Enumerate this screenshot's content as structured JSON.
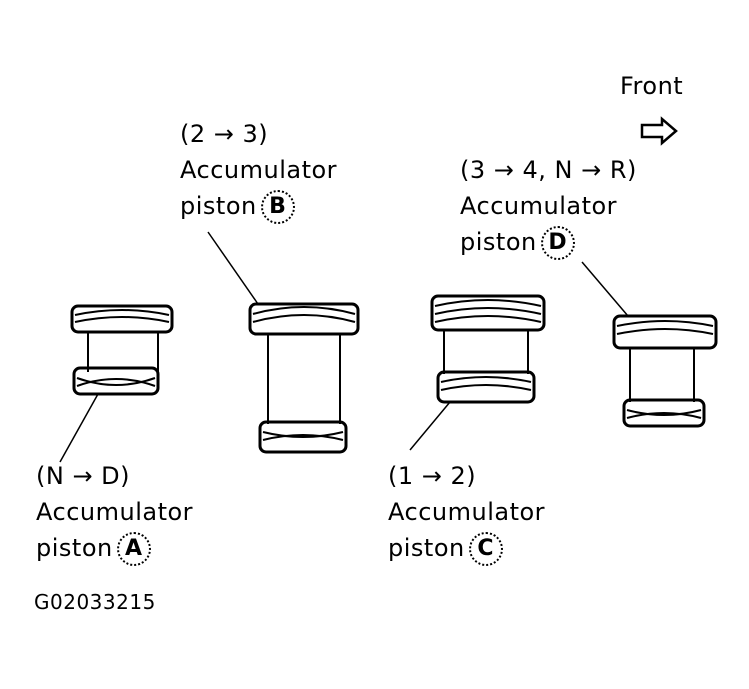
{
  "direction": {
    "text": "Front",
    "arrow_icon": "right-outline-arrow-icon"
  },
  "pistons": {
    "A": {
      "shift": "(N → D)",
      "name": "Accumulator",
      "word": "piston",
      "letter": "A"
    },
    "B": {
      "shift": "(2 → 3)",
      "name": "Accumulator",
      "word": "piston",
      "letter": "B"
    },
    "C": {
      "shift": "(1 → 2)",
      "name": "Accumulator",
      "word": "piston",
      "letter": "C"
    },
    "D": {
      "shift": "(3 → 4, N → R)",
      "name": "Accumulator",
      "word": "piston",
      "letter": "D"
    }
  },
  "figure_id": "G02033215"
}
